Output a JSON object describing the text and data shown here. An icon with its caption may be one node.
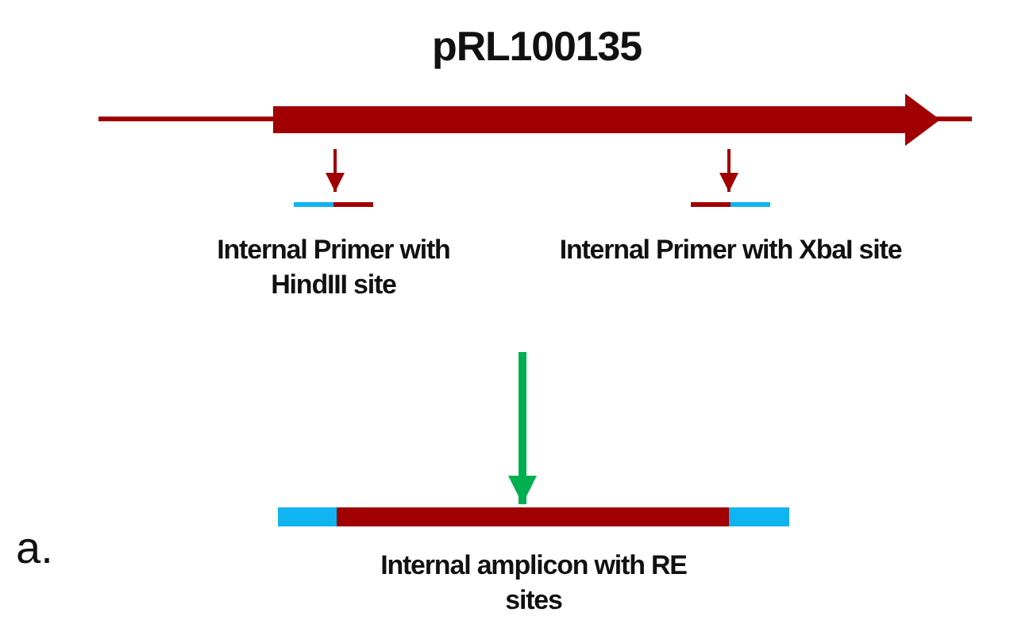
{
  "diagram": {
    "nodes": [
      {
        "text": [
          "pRL100135"
        ]
      },
      {
        "text": [
          "Internal Primer with HindIII site"
        ]
      },
      {
        "text": [
          "Internal Primer  with XbaI site"
        ]
      },
      {
        "text": [
          "Internal amplicon with RE sites"
        ]
      }
    ],
    "edges": [
      {
        "from": 0,
        "to": 1,
        "arrow": "to"
      },
      {
        "from": 0,
        "to": 2,
        "arrow": "to"
      },
      {
        "from": null,
        "to": 3,
        "arrow": "to",
        "color": "#00b050",
        "style": "thick"
      }
    ],
    "labels": [
      "a."
    ]
  }
}
